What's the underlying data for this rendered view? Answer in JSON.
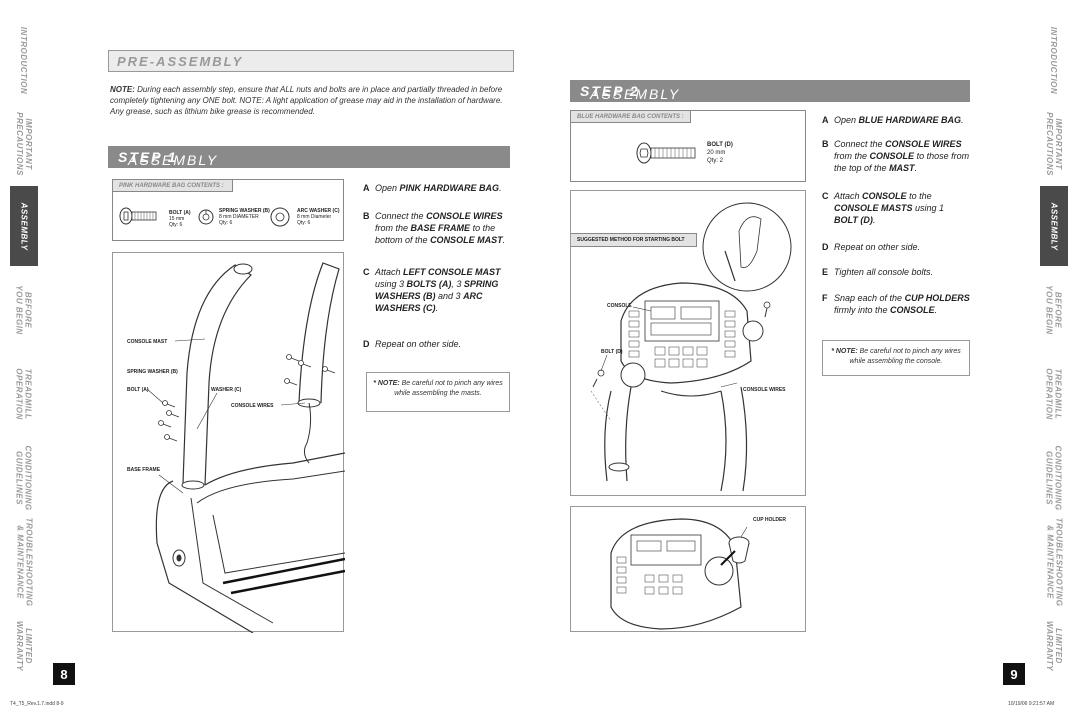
{
  "left_tabs": [
    {
      "label": "INTRODUCTION",
      "active": false
    },
    {
      "label": "IMPORTANT\nPRECAUTIONS",
      "active": false
    },
    {
      "label": "ASSEMBLY",
      "active": true
    },
    {
      "label": "BEFORE\nYOU BEGIN",
      "active": false
    },
    {
      "label": "TREADMILL\nOPERATION",
      "active": false
    },
    {
      "label": "CONDITIONING\nGUIDELINES",
      "active": false
    },
    {
      "label": "TROUBLESHOOTING\n& MAINTENANCE",
      "active": false
    },
    {
      "label": "LIMITED\nWARRANTY",
      "active": false
    }
  ],
  "right_tabs": [
    {
      "label": "INTRODUCTION",
      "active": false
    },
    {
      "label": "IMPORTANT\nPRECAUTIONS",
      "active": false
    },
    {
      "label": "ASSEMBLY",
      "active": true
    },
    {
      "label": "BEFORE\nYOU BEGIN",
      "active": false
    },
    {
      "label": "TREADMILL\nOPERATION",
      "active": false
    },
    {
      "label": "CONDITIONING\nGUIDELINES",
      "active": false
    },
    {
      "label": "TROUBLESHOOTING\n& MAINTENANCE",
      "active": false
    },
    {
      "label": "LIMITED\nWARRANTY",
      "active": false
    }
  ],
  "page_left": {
    "number": "8",
    "pre_assembly_title": "PRE-ASSEMBLY",
    "note_label": "NOTE:",
    "note_text": "During each assembly step, ensure that ALL nuts and bolts are in place and partially threaded in before completely tightening any ONE bolt. NOTE: A light application of grease may aid in the installation of hardware. Any grease, such as lithium bike grease is recommended.",
    "step1_title_a": "ASSEMBLY",
    "step1_title_b": "STEP 1",
    "hw_head": "PINK HARDWARE BAG CONTENTS :",
    "hw": {
      "bolt_name": "BOLT (A)",
      "bolt_size": "15 mm",
      "bolt_qty": "Qty: 6",
      "sw_name": "SPRING WASHER (B)",
      "sw_size": "8 mm DIAMETER",
      "sw_qty": "Qty: 6",
      "aw_name": "ARC WASHER (C)",
      "aw_size": "8 mm Diameter",
      "aw_qty": "Qty: 6"
    },
    "steps": {
      "a_let": "A",
      "a_text": "Open",
      "a_bold": "PINK HARDWARE BAG",
      "b_let": "B",
      "b_t1": "Connect the",
      "b_b1": "CONSOLE WIRES",
      "b_t2": "from the",
      "b_b2": "BASE FRAME",
      "b_t3": "to the bottom of the",
      "b_b3": "CONSOLE MAST",
      "c_let": "C",
      "c_t1": "Attach",
      "c_b1": "LEFT CONSOLE MAST",
      "c_t2": "using 3",
      "c_b2": "BOLTS (A)",
      "c_t3": ", 3",
      "c_b3": "SPRING WASHERS (B)",
      "c_t4": "and 3",
      "c_b4": "ARC WASHERS (C)",
      "d_let": "D",
      "d_text": "Repeat on other side."
    },
    "caution_bold": "* NOTE:",
    "caution_text": "Be careful not to pinch any wires while assembling the masts.",
    "callouts": {
      "console_mast": "CONSOLE MAST",
      "spring_washer": "SPRING WASHER (B)",
      "bolt_a": "BOLT (A)",
      "washer_c": "WASHER (C)",
      "console_wires": "CONSOLE WIRES",
      "base_frame": "BASE FRAME"
    }
  },
  "page_right": {
    "number": "9",
    "step2_title_a": "ASSEMBLY",
    "step2_title_b": "STEP 2",
    "hw_head": "BLUE HARDWARE BAG CONTENTS :",
    "hw": {
      "bolt_name": "BOLT (D)",
      "bolt_size": "20 mm",
      "bolt_qty": "Qty: 2"
    },
    "steps": {
      "a_let": "A",
      "a_text": "Open",
      "a_bold": "BLUE HARDWARE BAG",
      "b_let": "B",
      "b_t1": "Connect the",
      "b_b1": "CONSOLE WIRES",
      "b_t2": "from the",
      "b_b2": "CONSOLE",
      "b_t3": "to those from the top of the",
      "b_b3": "MAST",
      "c_let": "C",
      "c_t1": "Attach",
      "c_b1": "CONSOLE",
      "c_t2": "to the",
      "c_b2": "CONSOLE MASTS",
      "c_t3": "using 1",
      "c_b3": "BOLT (D)",
      "d_let": "D",
      "d_text": "Repeat on other side.",
      "e_let": "E",
      "e_text": "Tighten all console bolts.",
      "f_let": "F",
      "f_t1": "Snap each of the",
      "f_b1": "CUP HOLDERS",
      "f_t2": "firmly into the",
      "f_b2": "CONSOLE"
    },
    "caution_bold": "* NOTE:",
    "caution_text": "Be careful not to pinch any wires while assembling the console.",
    "callouts": {
      "suggested": "SUGGESTED METHOD FOR STARTING BOLT",
      "console": "CONSOLE",
      "bolt_d": "BOLT (D)",
      "console_wires": "CONSOLE WIRES",
      "cup_holder": "CUP HOLDER"
    }
  },
  "footer": {
    "left": "T4_T5_Rev.1.7.indd 8-9",
    "right": "10/19/06 9:21:57 AM"
  }
}
